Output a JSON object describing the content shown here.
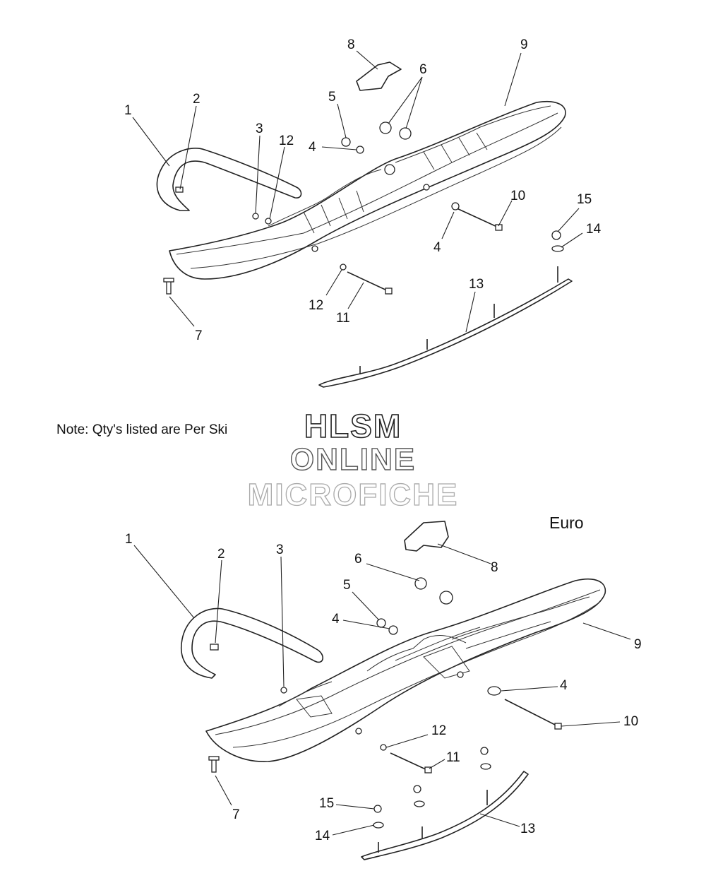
{
  "note": "Note: Qty's listed are Per Ski",
  "variant_label": "Euro",
  "watermark": {
    "line1": "HLSM",
    "line2": "ONLINE",
    "line3": "MICROFICHE"
  },
  "top_callouts": [
    "1",
    "2",
    "3",
    "12",
    "5",
    "4",
    "8",
    "6",
    "9",
    "10",
    "15",
    "14",
    "4",
    "12",
    "11",
    "7",
    "13"
  ],
  "bottom_callouts": [
    "1",
    "2",
    "3",
    "5",
    "4",
    "6",
    "8",
    "9",
    "4",
    "10",
    "12",
    "11",
    "15",
    "14",
    "13",
    "7"
  ]
}
